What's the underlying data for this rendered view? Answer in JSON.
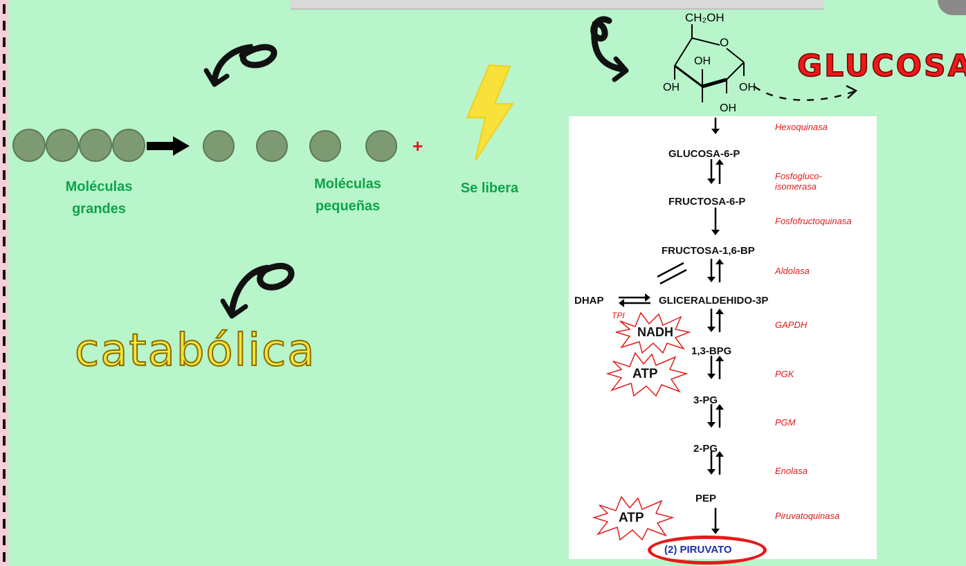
{
  "left": {
    "label_large": "Moléculas\ngrandes",
    "label_small": "Moléculas\npequeñas",
    "plus": "+",
    "label_release": "Se libera",
    "title": "catabólica"
  },
  "right": {
    "glucose_title": "GLUCOSA",
    "structure": {
      "ch2oh": "CH₂OH",
      "o": "O",
      "oh1": "OH",
      "oh2": "OH",
      "oh3": "OH",
      "oh4": "OH"
    },
    "pathway": {
      "metabolites": [
        "GLUCOSA-6-P",
        "FRUCTOSA-6-P",
        "FRUCTOSA-1,6-BP",
        "GLICERALDEHIDO-3P",
        "1,3-BPG",
        "3-PG",
        "2-PG",
        "PEP"
      ],
      "enzymes": [
        "Hexoquinasa",
        "Fosfogluco-\nisomerasa",
        "Fosfofructoquinasa",
        "Aldolasa",
        "GAPDH",
        "PGK",
        "PGM",
        "Enolasa",
        "Piruvatoquinasa"
      ],
      "dhap": "DHAP",
      "tpi": "TPI",
      "burst_nadh": "NADH",
      "burst_atp1": "ATP",
      "burst_atp2": "ATP",
      "product": "(2) PIRUVATO"
    }
  }
}
